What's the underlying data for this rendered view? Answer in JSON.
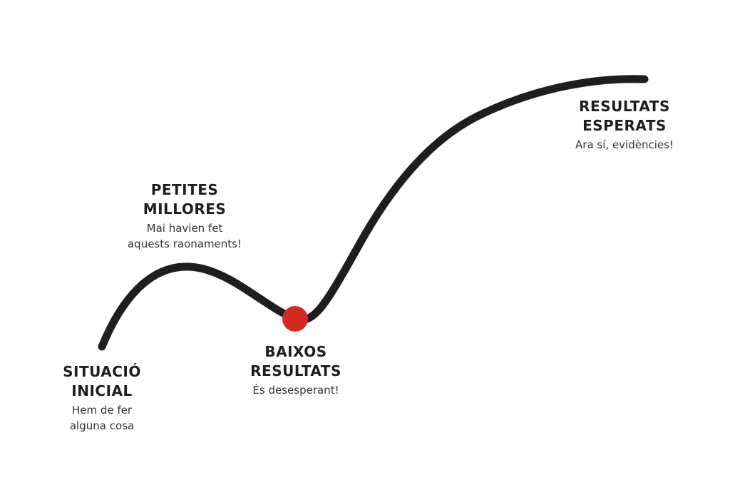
{
  "diagram": {
    "curve_color": "#1e1e1e",
    "marker_color": "#d32a26",
    "stages": [
      {
        "id": "initial",
        "title_lines": [
          "SITUACIÓ",
          "INICIAL"
        ],
        "desc_lines": [
          "Hem de fer",
          "alguna cosa"
        ]
      },
      {
        "id": "small",
        "title_lines": [
          "PETITES",
          "MILLORES"
        ],
        "desc_lines": [
          "Mai havien fet",
          "aquests raonaments!"
        ]
      },
      {
        "id": "low",
        "title_lines": [
          "BAIXOS",
          "RESULTATS"
        ],
        "desc_lines": [
          "És desesperant!"
        ]
      },
      {
        "id": "results",
        "title_lines": [
          "RESULTATS",
          "ESPERATS"
        ],
        "desc_lines": [
          "Ara sí, evidències!"
        ]
      }
    ]
  }
}
